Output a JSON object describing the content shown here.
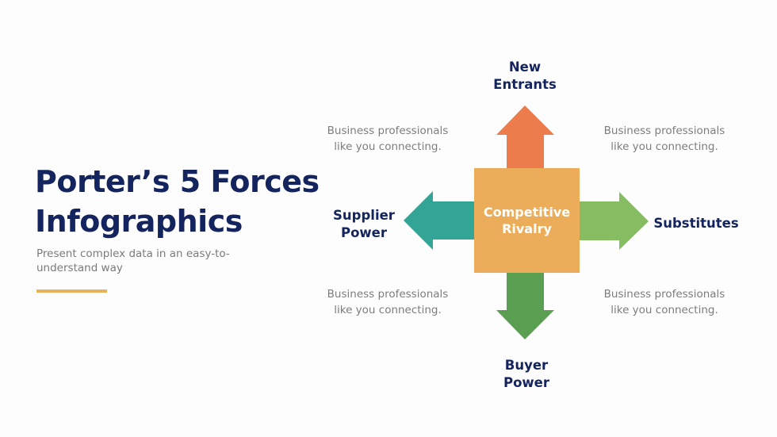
{
  "title_line1": "Porter’s 5 Forces",
  "title_line2": "Infographics",
  "subtitle": "Present complex data in an easy-to-understand way",
  "center": {
    "line1": "Competitive",
    "line2": "Rivalry",
    "color": "#ebad5a"
  },
  "forces": {
    "top": {
      "line1": "New",
      "line2": "Entrants",
      "color": "#ec7c4b"
    },
    "left": {
      "line1": "Supplier",
      "line2": "Power",
      "color": "#33a597"
    },
    "right": {
      "line1": "Substitutes",
      "color": "#86bd63"
    },
    "bottom": {
      "line1": "Buyer",
      "line2": "Power",
      "color": "#5a9f51"
    }
  },
  "descriptions": {
    "top_left": {
      "line1": "Business professionals",
      "line2": "like you connecting."
    },
    "top_right": {
      "line1": "Business professionals",
      "line2": "like you connecting."
    },
    "bottom_left": {
      "line1": "Business professionals",
      "line2": "like you connecting."
    },
    "bottom_right": {
      "line1": "Business professionals",
      "line2": "like you connecting."
    }
  }
}
